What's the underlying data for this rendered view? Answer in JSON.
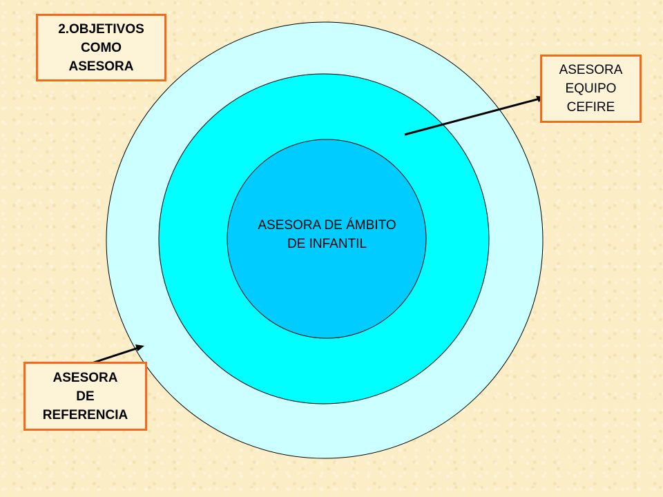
{
  "labels": {
    "objetivos": "2.OBJETIVOS\nCOMO\nASESORA",
    "cefire": "ASESORA\nEQUIPO\nCEFIRE",
    "referencia": "ASESORA\nDE\nREFERENCIA",
    "center": "ASESORA DE ÁMBITO\nDE INFANTIL"
  },
  "colors": {
    "outer_ring": "#ccffff",
    "middle_ring": "#00ffff",
    "inner_circle": "#00ccff",
    "box_border": "#f26b1d",
    "background": "#fbedc6"
  }
}
